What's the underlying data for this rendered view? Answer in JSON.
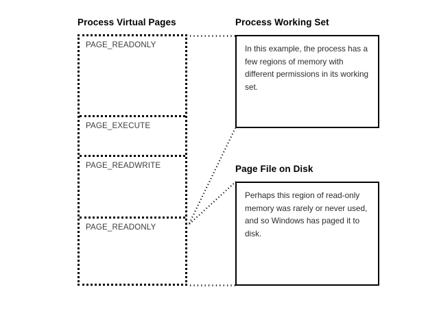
{
  "diagram": {
    "title_virtual_pages": "Process Virtual Pages",
    "title_working_set": "Process Working Set",
    "title_page_file": "Page File on Disk",
    "virtual_pages": {
      "regions": [
        {
          "label": "PAGE_READONLY"
        },
        {
          "label": "PAGE_EXECUTE"
        },
        {
          "label": "PAGE_READWRITE"
        },
        {
          "label": "PAGE_READONLY"
        }
      ]
    },
    "working_set": {
      "text": "In this example, the process has a few regions of memory with different permissions in its working set."
    },
    "page_file": {
      "text": "Perhaps this region of read-only memory was rarely or never used, and so Windows has paged it to disk."
    },
    "colors": {
      "stroke": "#000000",
      "label_text": "#3b3b3b",
      "body_text": "#2b2b2b",
      "background": "#ffffff"
    }
  }
}
